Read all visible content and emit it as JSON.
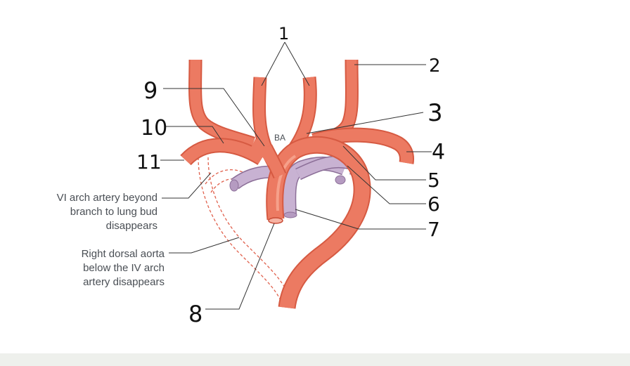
{
  "abbreviation": "BA",
  "numbers": {
    "n1": "1",
    "n2": "2",
    "n3": "3",
    "n4": "4",
    "n5": "5",
    "n6": "6",
    "n7": "7",
    "n8": "8",
    "n9": "9",
    "n10": "10",
    "n11": "11"
  },
  "notes": {
    "vi_arch": [
      "VI arch artery beyond",
      "branch to lung bud",
      "disappears"
    ],
    "dorsal_aorta": [
      "Right dorsal aorta",
      "below the IV arch",
      "artery disappears"
    ]
  },
  "colors": {
    "artery": "#ec7a62",
    "artery_highlight": "#f6a08a",
    "pulmonary": "#c8b2d2",
    "pulmonary_outline": "#8c6f98",
    "vanished_dash": "#e0604c",
    "leader": "#333333"
  }
}
